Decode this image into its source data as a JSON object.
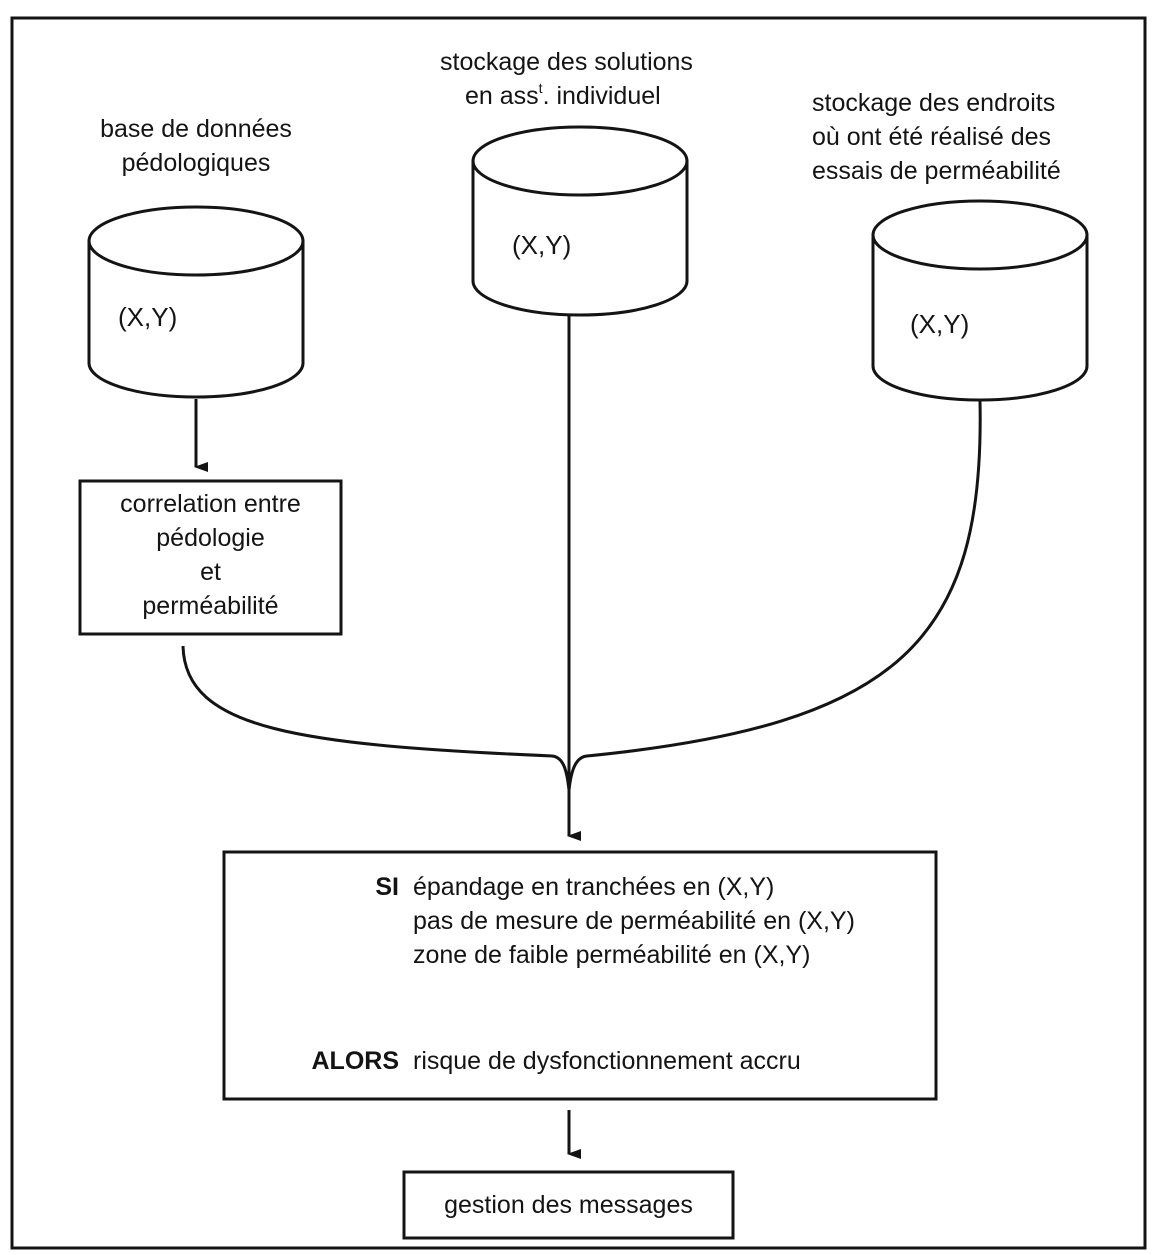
{
  "databases": {
    "pedologie": {
      "label_line1": "base de données",
      "label_line2": "pédologiques",
      "coord": "(X,Y)"
    },
    "solutions": {
      "label_line1": "stockage des solutions",
      "label_line2_pre": "en ass",
      "label_line2_sup": "t",
      "label_line2_post": ". individuel",
      "coord": "(X,Y)"
    },
    "permeabilite": {
      "label_line1": "stockage des endroits",
      "label_line2": "où ont été réalisé des",
      "label_line3": "essais de perméabilité",
      "coord": "(X,Y)"
    }
  },
  "correlation_box": {
    "line1": "correlation entre",
    "line2": "pédologie",
    "line3": "et",
    "line4": "perméabilité"
  },
  "rule_box": {
    "if_keyword": "SI",
    "cond1": "épandage en tranchées en (X,Y)",
    "cond2": "pas de mesure de perméabilité en (X,Y)",
    "cond3": "zone de faible perméabilité en (X,Y)",
    "then_keyword": "ALORS",
    "result": "risque de dysfonctionnement accru"
  },
  "output_box": {
    "label": "gestion des messages"
  }
}
